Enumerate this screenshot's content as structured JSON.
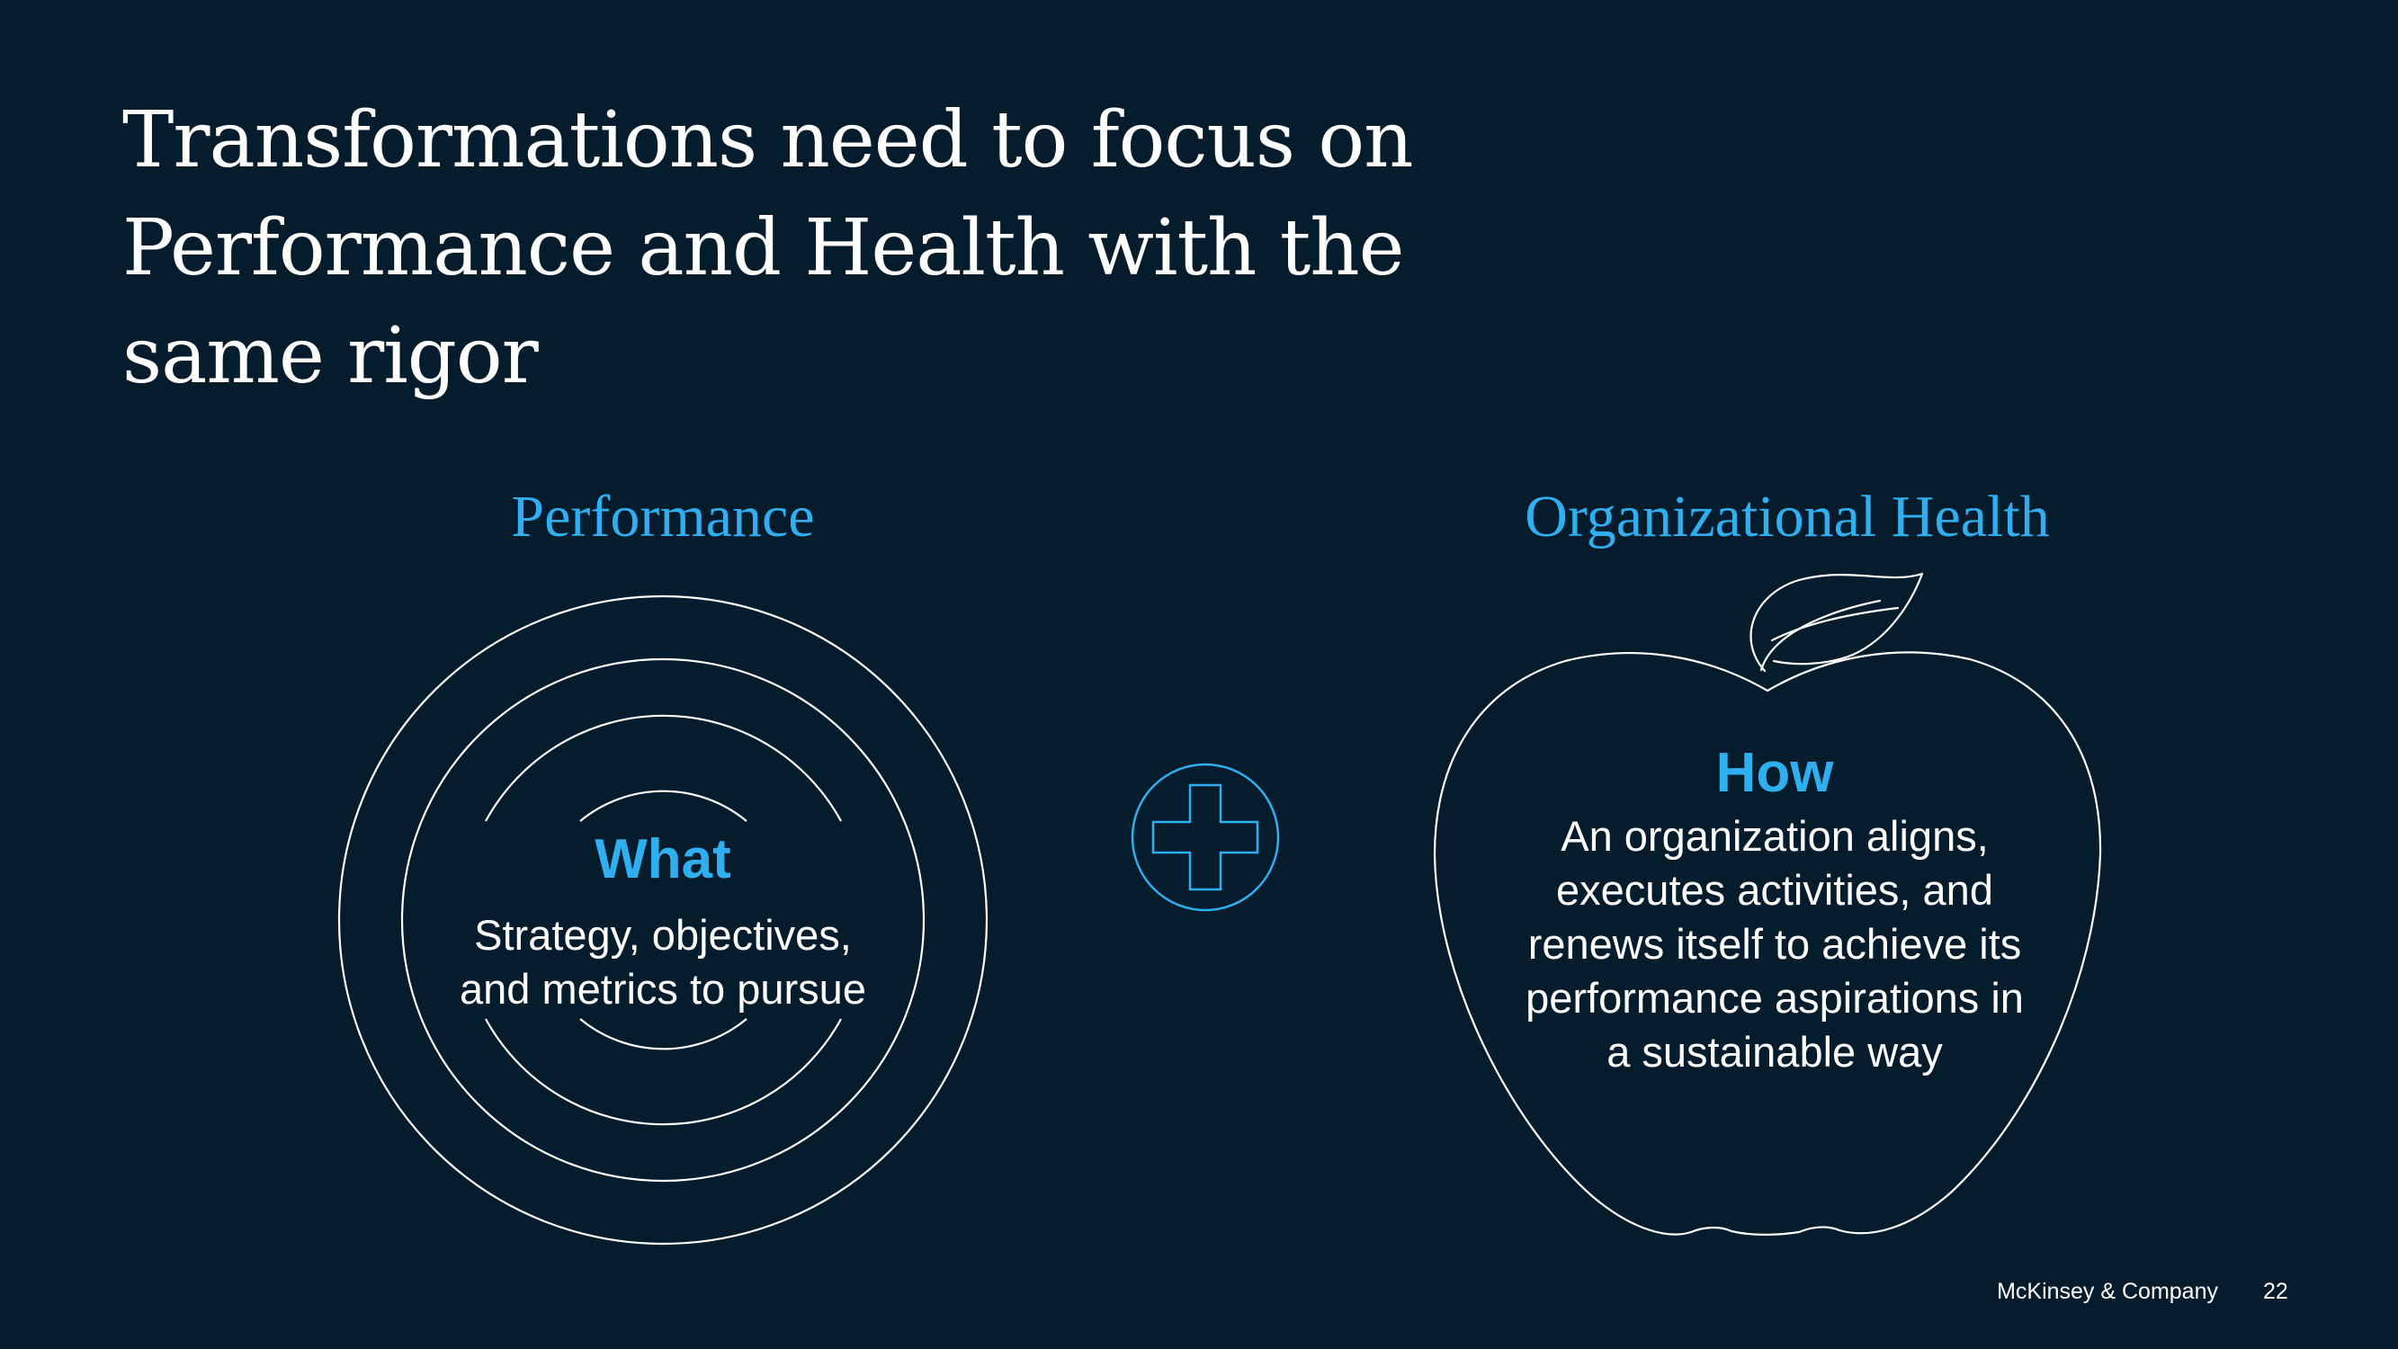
{
  "slide": {
    "title_lines": [
      "Transformations need to focus on",
      "Performance and Health with the",
      "same rigor"
    ],
    "performance": {
      "heading": "Performance",
      "label": "What",
      "description_lines": [
        "Strategy, objectives,",
        "and metrics to pursue"
      ]
    },
    "health": {
      "heading": "Organizational Health",
      "label": "How",
      "description_lines": [
        "An organization aligns,",
        "executes activities, and",
        "renews itself to achieve its",
        "performance aspirations in",
        "a sustainable way"
      ]
    },
    "footer": {
      "brand": "McKinsey & Company",
      "page_number": "22"
    }
  },
  "icons": {
    "target": "target-circles-icon",
    "plus": "plus-circle-icon",
    "apple": "apple-outline-icon"
  },
  "colors": {
    "background": "#051c2c",
    "accent": "#2faef0",
    "text": "#ffffff"
  }
}
